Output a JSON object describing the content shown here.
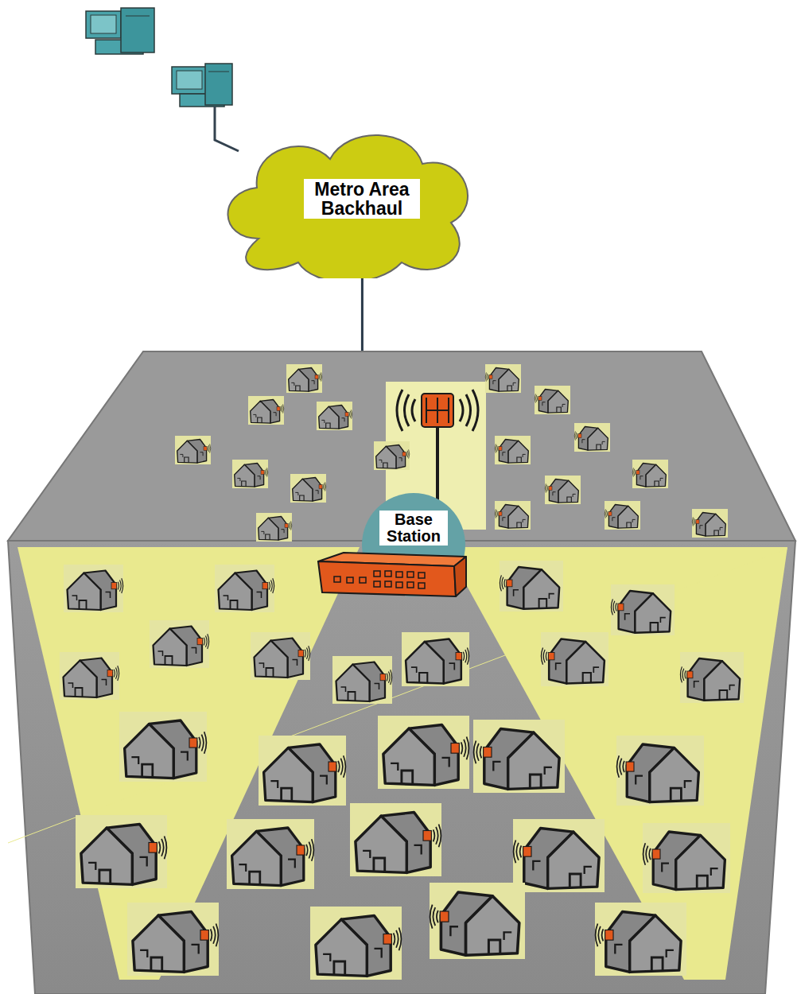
{
  "diagram": {
    "nodes": [
      {
        "text": [
          "Metro Area Backhaul"
        ]
      },
      {
        "text": [
          "Base Station"
        ]
      }
    ],
    "edges": [
      {
        "from": 0,
        "to": 1,
        "arrow": "none"
      }
    ]
  }
}
